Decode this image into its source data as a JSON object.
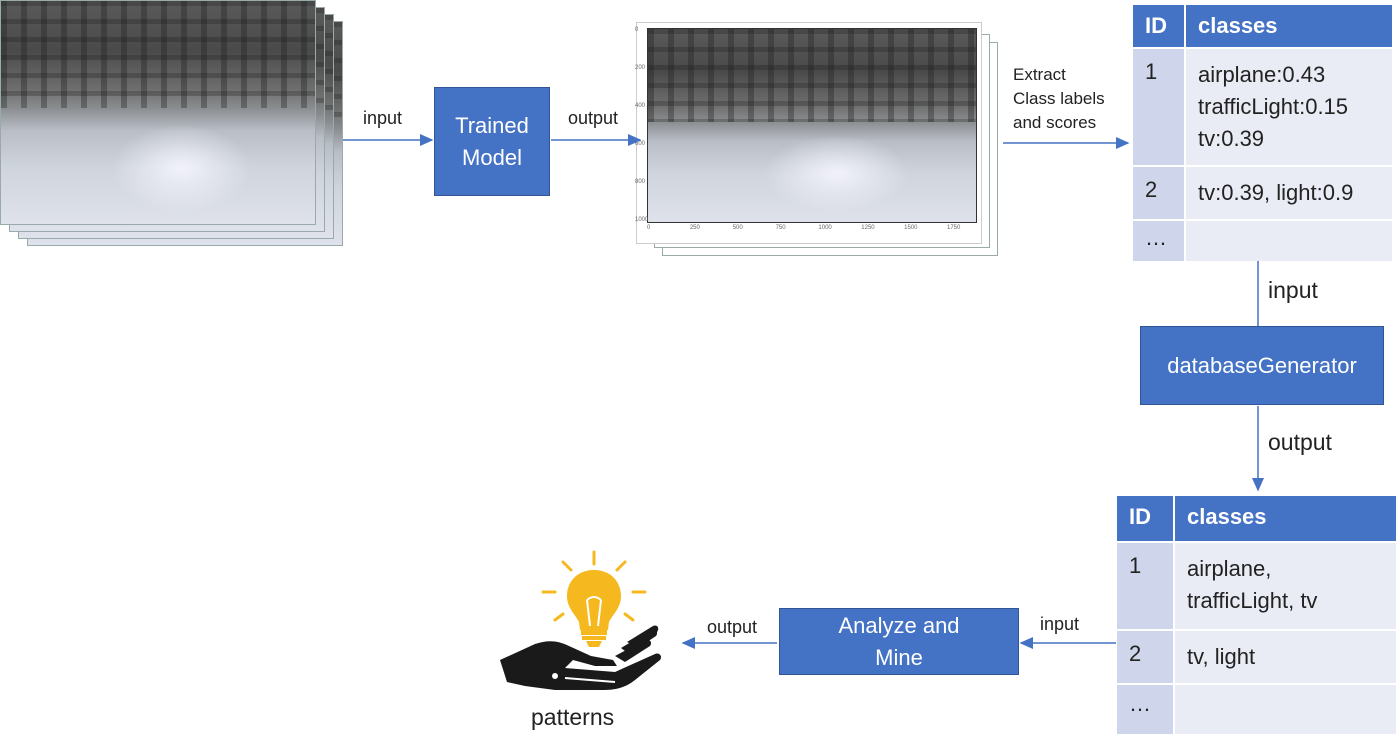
{
  "labels": {
    "input_top": "input",
    "output_top": "output",
    "extract": "Extract\nClass labels\nand scores",
    "input_mid": "input",
    "output_mid": "output",
    "input_bottom": "input",
    "output_bottom": "output",
    "patterns": "patterns"
  },
  "boxes": {
    "trained_model": "Trained\nModel",
    "database_generator": "databaseGenerator",
    "analyze_mine": "Analyze and\nMine"
  },
  "table_scores": {
    "headers": [
      "ID",
      "classes"
    ],
    "rows": [
      {
        "id": "1",
        "classes": "airplane:0.43\ntrafficLight:0.15\ntv:0.39"
      },
      {
        "id": "2",
        "classes": "tv:0.39, light:0.9"
      },
      {
        "id": "…",
        "classes": ""
      }
    ]
  },
  "table_classes": {
    "headers": [
      "ID",
      "classes"
    ],
    "rows": [
      {
        "id": "1",
        "classes": "airplane,\ntrafficLight, tv"
      },
      {
        "id": "2",
        "classes": "tv, light"
      },
      {
        "id": "…",
        "classes": ""
      }
    ]
  },
  "plot_ticks": {
    "x": [
      "0",
      "250",
      "500",
      "750",
      "1000",
      "1250",
      "1500",
      "1750"
    ],
    "y": [
      "0",
      "200",
      "400",
      "600",
      "800",
      "1000"
    ]
  },
  "colors": {
    "box_fill": "#4472C4",
    "arrow": "#4472C4",
    "bulb": "#F5B81E",
    "hand": "#1a1a1a"
  }
}
